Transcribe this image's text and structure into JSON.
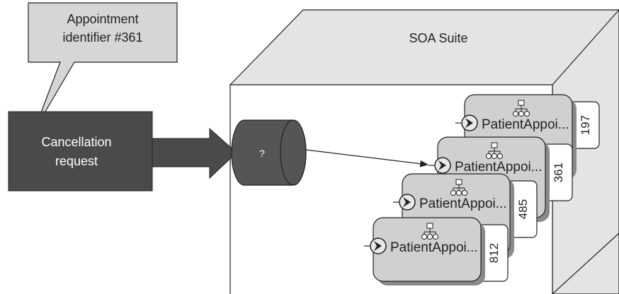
{
  "callout": {
    "line1": "Appointment",
    "line2": "identifier #361"
  },
  "request": {
    "line1": "Cancellation",
    "line2": "request"
  },
  "container": {
    "label": "SOA Suite"
  },
  "router": {
    "label": "?"
  },
  "instances": [
    {
      "name": "PatientAppoi...",
      "id": "197"
    },
    {
      "name": "PatientAppoi...",
      "id": "361"
    },
    {
      "name": "PatientAppoi...",
      "id": "485"
    },
    {
      "name": "PatientAppoi...",
      "id": "812"
    }
  ],
  "colors": {
    "cube_face": "#e4e4e4",
    "cube_front": "#ffffff",
    "callout": "#d6d6d6",
    "request_box": "#4a4a4a",
    "router": "#555555",
    "card": "#d0d0d0",
    "card_shadow": "#8a8a8a",
    "id_tab": "#ffffff",
    "stroke": "#222222"
  },
  "icons": [
    "start-arrow-icon",
    "process-tree-icon"
  ]
}
